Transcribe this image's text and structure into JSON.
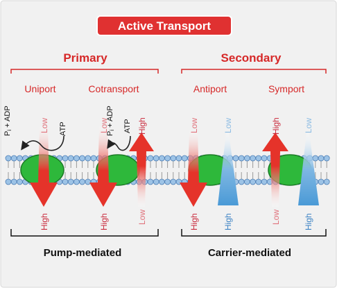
{
  "title": "Active Transport",
  "groups": {
    "primary": {
      "label": "Primary",
      "bottom_label": "Pump-mediated"
    },
    "secondary": {
      "label": "Secondary",
      "bottom_label": "Carrier-mediated"
    }
  },
  "mechanisms": {
    "uniport": "Uniport",
    "cotransport": "Cotransport",
    "antiport": "Antiport",
    "symport": "Symport"
  },
  "atp": {
    "products": "Pi + ADP",
    "products_main": "P",
    "products_sub": "i",
    "products_rest": " + ADP",
    "atp": "ATP"
  },
  "gradient": {
    "low": "Low",
    "high": "High"
  },
  "colors": {
    "frame_bg": "#f1f1f1",
    "title_box": "#e03131",
    "title_text": "#ffffff",
    "heading": "#d62828",
    "red_arrow": "#e5332a",
    "blue_arrow": "#4a9ad6",
    "green_protein": "#2eb83b",
    "membrane_head": "#9dc3e6",
    "membrane_head_stroke": "#4d7fb6"
  }
}
